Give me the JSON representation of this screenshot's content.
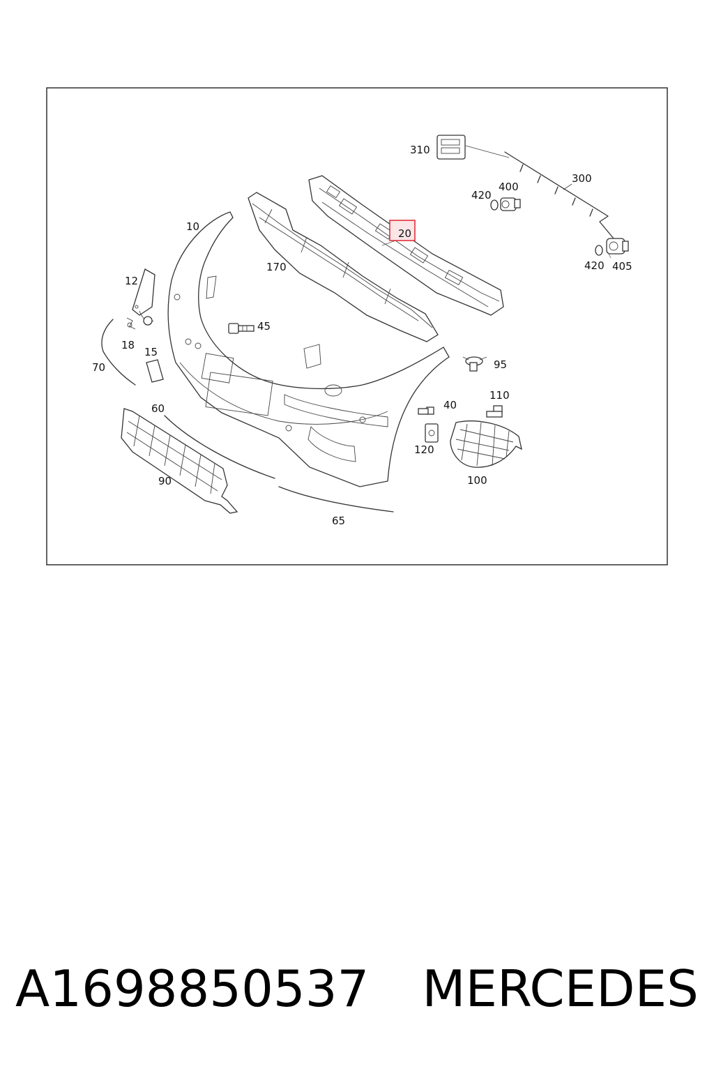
{
  "diagram": {
    "callouts": [
      {
        "id": "310",
        "label": "310"
      },
      {
        "id": "300",
        "label": "300"
      },
      {
        "id": "420a",
        "label": "420"
      },
      {
        "id": "400",
        "label": "400"
      },
      {
        "id": "20",
        "label": "20",
        "highlighted": true
      },
      {
        "id": "420b",
        "label": "420"
      },
      {
        "id": "405",
        "label": "405"
      },
      {
        "id": "10",
        "label": "10"
      },
      {
        "id": "170",
        "label": "170"
      },
      {
        "id": "12",
        "label": "12"
      },
      {
        "id": "45",
        "label": "45"
      },
      {
        "id": "18",
        "label": "18"
      },
      {
        "id": "15",
        "label": "15"
      },
      {
        "id": "70",
        "label": "70"
      },
      {
        "id": "95",
        "label": "95"
      },
      {
        "id": "110",
        "label": "110"
      },
      {
        "id": "40",
        "label": "40"
      },
      {
        "id": "60",
        "label": "60"
      },
      {
        "id": "120",
        "label": "120"
      },
      {
        "id": "90",
        "label": "90"
      },
      {
        "id": "100",
        "label": "100"
      },
      {
        "id": "65",
        "label": "65"
      }
    ],
    "highlight_color": "#e0303a"
  },
  "caption": {
    "part_number": "A1698850537",
    "brand": "MERCEDES"
  }
}
